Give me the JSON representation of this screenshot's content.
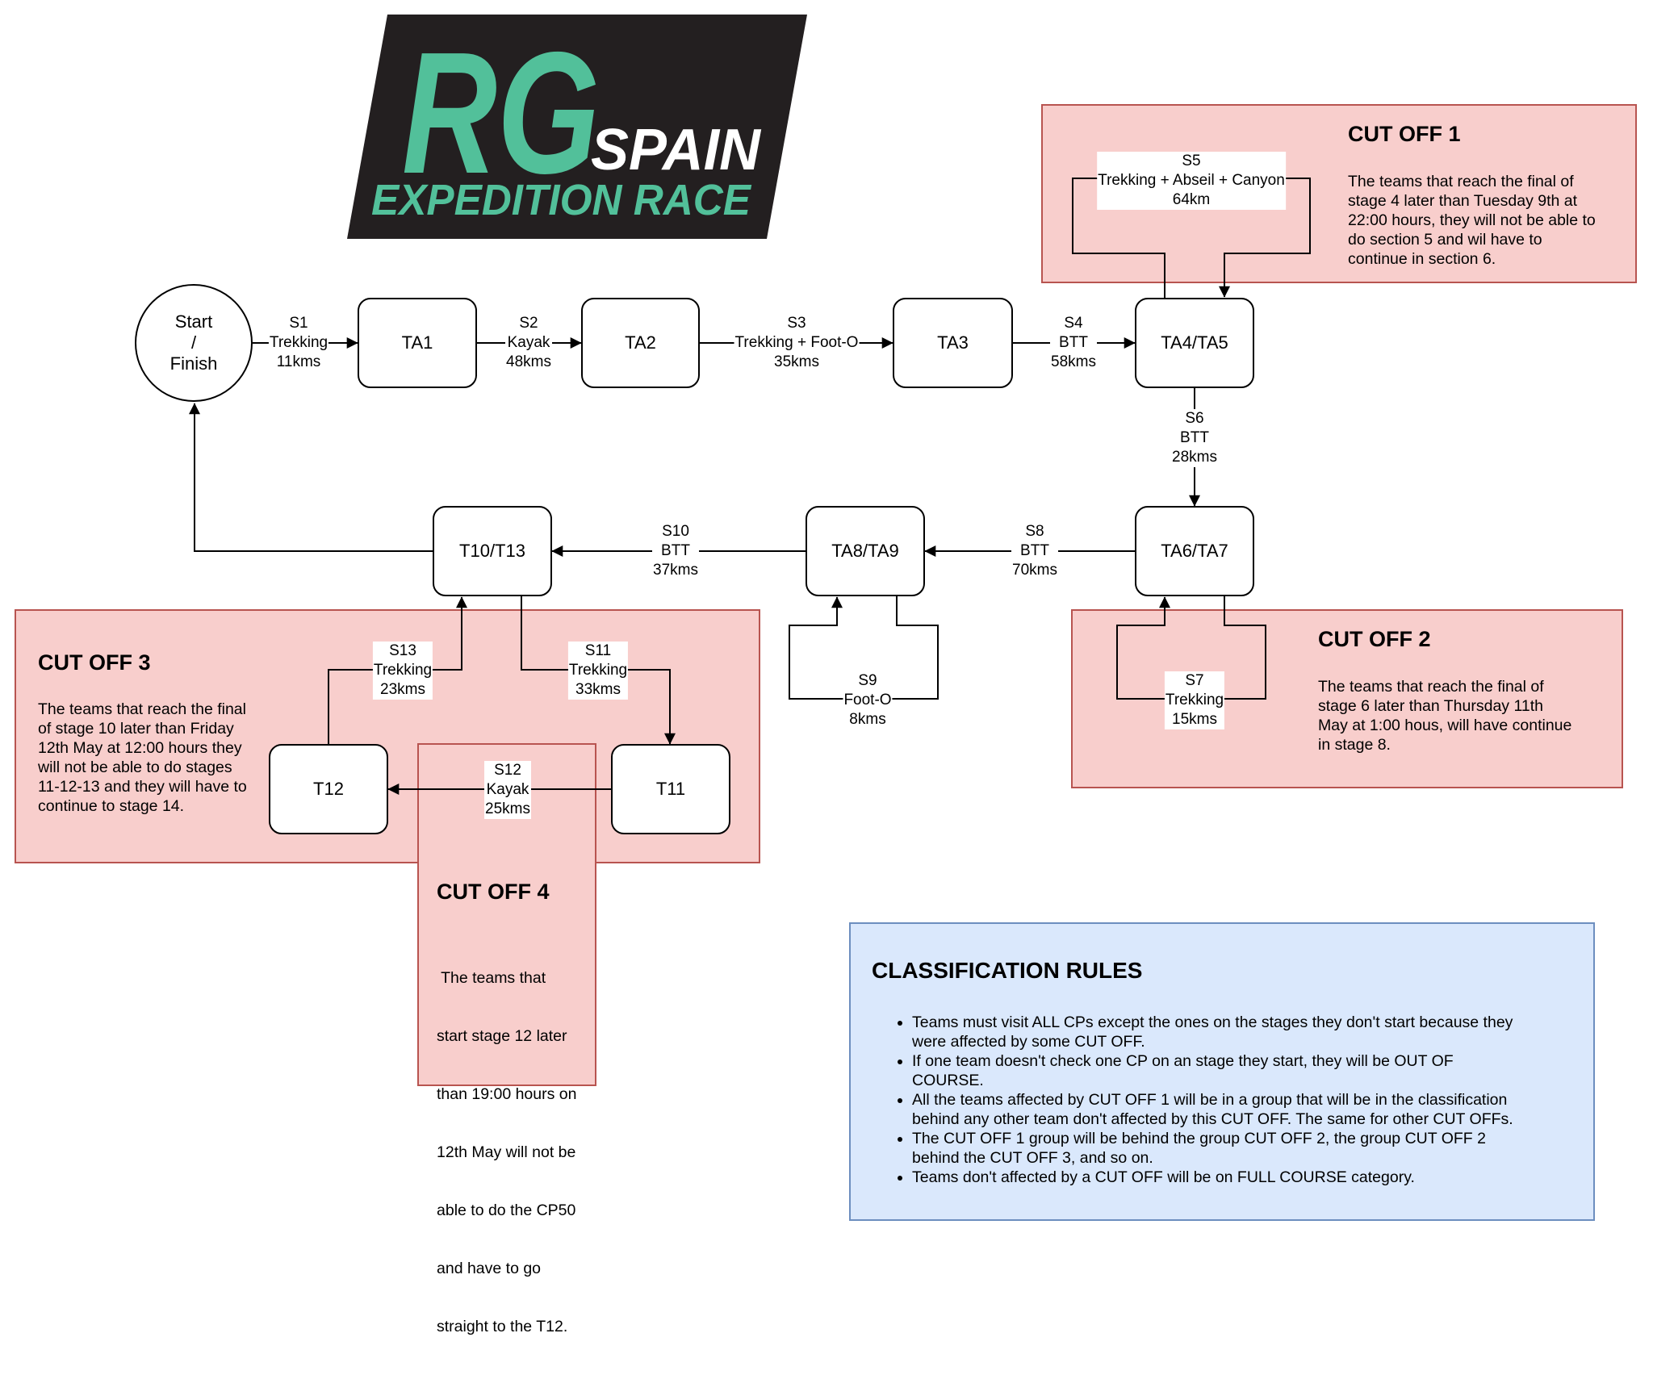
{
  "logo": {
    "mark": "RG",
    "word": "SPAIN",
    "tagline": "EXPEDITION RACE",
    "colors": {
      "background": "#231f20",
      "green": "#52c09a",
      "white": "#ffffff"
    }
  },
  "nodes": {
    "start": [
      "Start",
      "/",
      "Finish"
    ],
    "ta1": "TA1",
    "ta2": "TA2",
    "ta3": "TA3",
    "ta45": "TA4/TA5",
    "ta67": "TA6/TA7",
    "ta89": "TA8/TA9",
    "t1013": "T10/T13",
    "t11": "T11",
    "t12": "T12"
  },
  "stages": {
    "s1": [
      "S1",
      "Trekking",
      "11kms"
    ],
    "s2": [
      "S2",
      "Kayak",
      "48kms"
    ],
    "s3": [
      "S3",
      "Trekking + Foot-O",
      "35kms"
    ],
    "s4": [
      "S4",
      "BTT",
      "58kms"
    ],
    "s5": [
      "S5",
      "Trekking + Abseil + Canyon",
      "64km"
    ],
    "s6": [
      "S6",
      "BTT",
      "28kms"
    ],
    "s7": [
      "S7",
      "Trekking",
      "15kms"
    ],
    "s8": [
      "S8",
      "BTT",
      "70kms"
    ],
    "s9": [
      "S9",
      "Foot-O",
      "8kms"
    ],
    "s10": [
      "S10",
      "BTT",
      "37kms"
    ],
    "s11": [
      "S11",
      "Trekking",
      "33kms"
    ],
    "s12": [
      "S12",
      "Kayak",
      "25kms"
    ],
    "s13": [
      "S13",
      "Trekking",
      "23kms"
    ]
  },
  "cutoffs": {
    "c1": {
      "title": "CUT OFF 1",
      "text": [
        "The teams that reach the final of",
        "stage 4 later than Tuesday 9th at",
        "22:00 hours, they will not be able to",
        "do section 5 and wil have to",
        "continue in section 6."
      ]
    },
    "c2": {
      "title": "CUT OFF 2",
      "text": [
        "The teams that reach the final of",
        "stage 6 later than Thursday 11th",
        "May at 1:00 hous, will have continue",
        "in stage 8."
      ]
    },
    "c3": {
      "title": "CUT OFF 3",
      "text": [
        "The teams that reach the final",
        "of stage 10 later than Friday",
        "12th May at 12:00 hours they",
        "will not be able to do stages",
        "11-12-13 and they will have to",
        "continue to stage 14."
      ]
    },
    "c4": {
      "title": "CUT OFF 4",
      "text": [
        " The teams that",
        "start stage 12 later",
        "than 19:00 hours on",
        "12th May will not be",
        "able to do the CP50",
        "and have to go",
        "straight to the T12."
      ]
    }
  },
  "colors": {
    "cutoff_fill": "#f8cecc",
    "cutoff_border": "#b85450",
    "rules_fill": "#dae8fc",
    "rules_border": "#6c8ebf"
  },
  "rules": {
    "title": "CLASSIFICATION RULES",
    "items": [
      [
        "Teams must visit ALL CPs except the ones on the stages they don't start because they",
        "were affected by some CUT OFF."
      ],
      [
        "If one team doesn't check one CP on an stage they start, they will be OUT OF",
        "COURSE."
      ],
      [
        "All the teams affected by CUT OFF 1 will be in a group that will be in the classification",
        "behind any other team don't affected by this CUT OFF. The same for other CUT OFFs."
      ],
      [
        "The CUT OFF 1 group will be behind the group CUT OFF 2, the group CUT OFF 2",
        "behind the CUT OFF 3, and so on."
      ],
      [
        "Teams don't affected by a CUT OFF will be on FULL COURSE category."
      ]
    ]
  }
}
